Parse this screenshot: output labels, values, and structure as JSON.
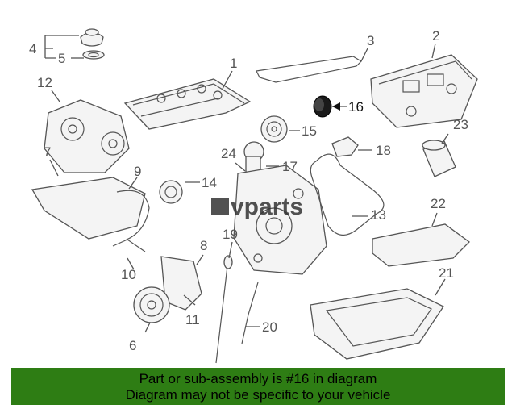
{
  "diagram": {
    "highlighted_part": "16",
    "callouts": [
      "1",
      "2",
      "3",
      "4",
      "5",
      "6",
      "7",
      "8",
      "9",
      "10",
      "11",
      "12",
      "13",
      "14",
      "15",
      "16",
      "17",
      "18",
      "19",
      "20",
      "21",
      "22",
      "23",
      "24"
    ],
    "watermark": "vparts",
    "highlight_color": "#1a1a1a"
  },
  "banner": {
    "line1": "Part or sub-assembly is #16 in diagram",
    "line2": "Diagram may not be specific to your vehicle",
    "background": "#2e7d14"
  }
}
